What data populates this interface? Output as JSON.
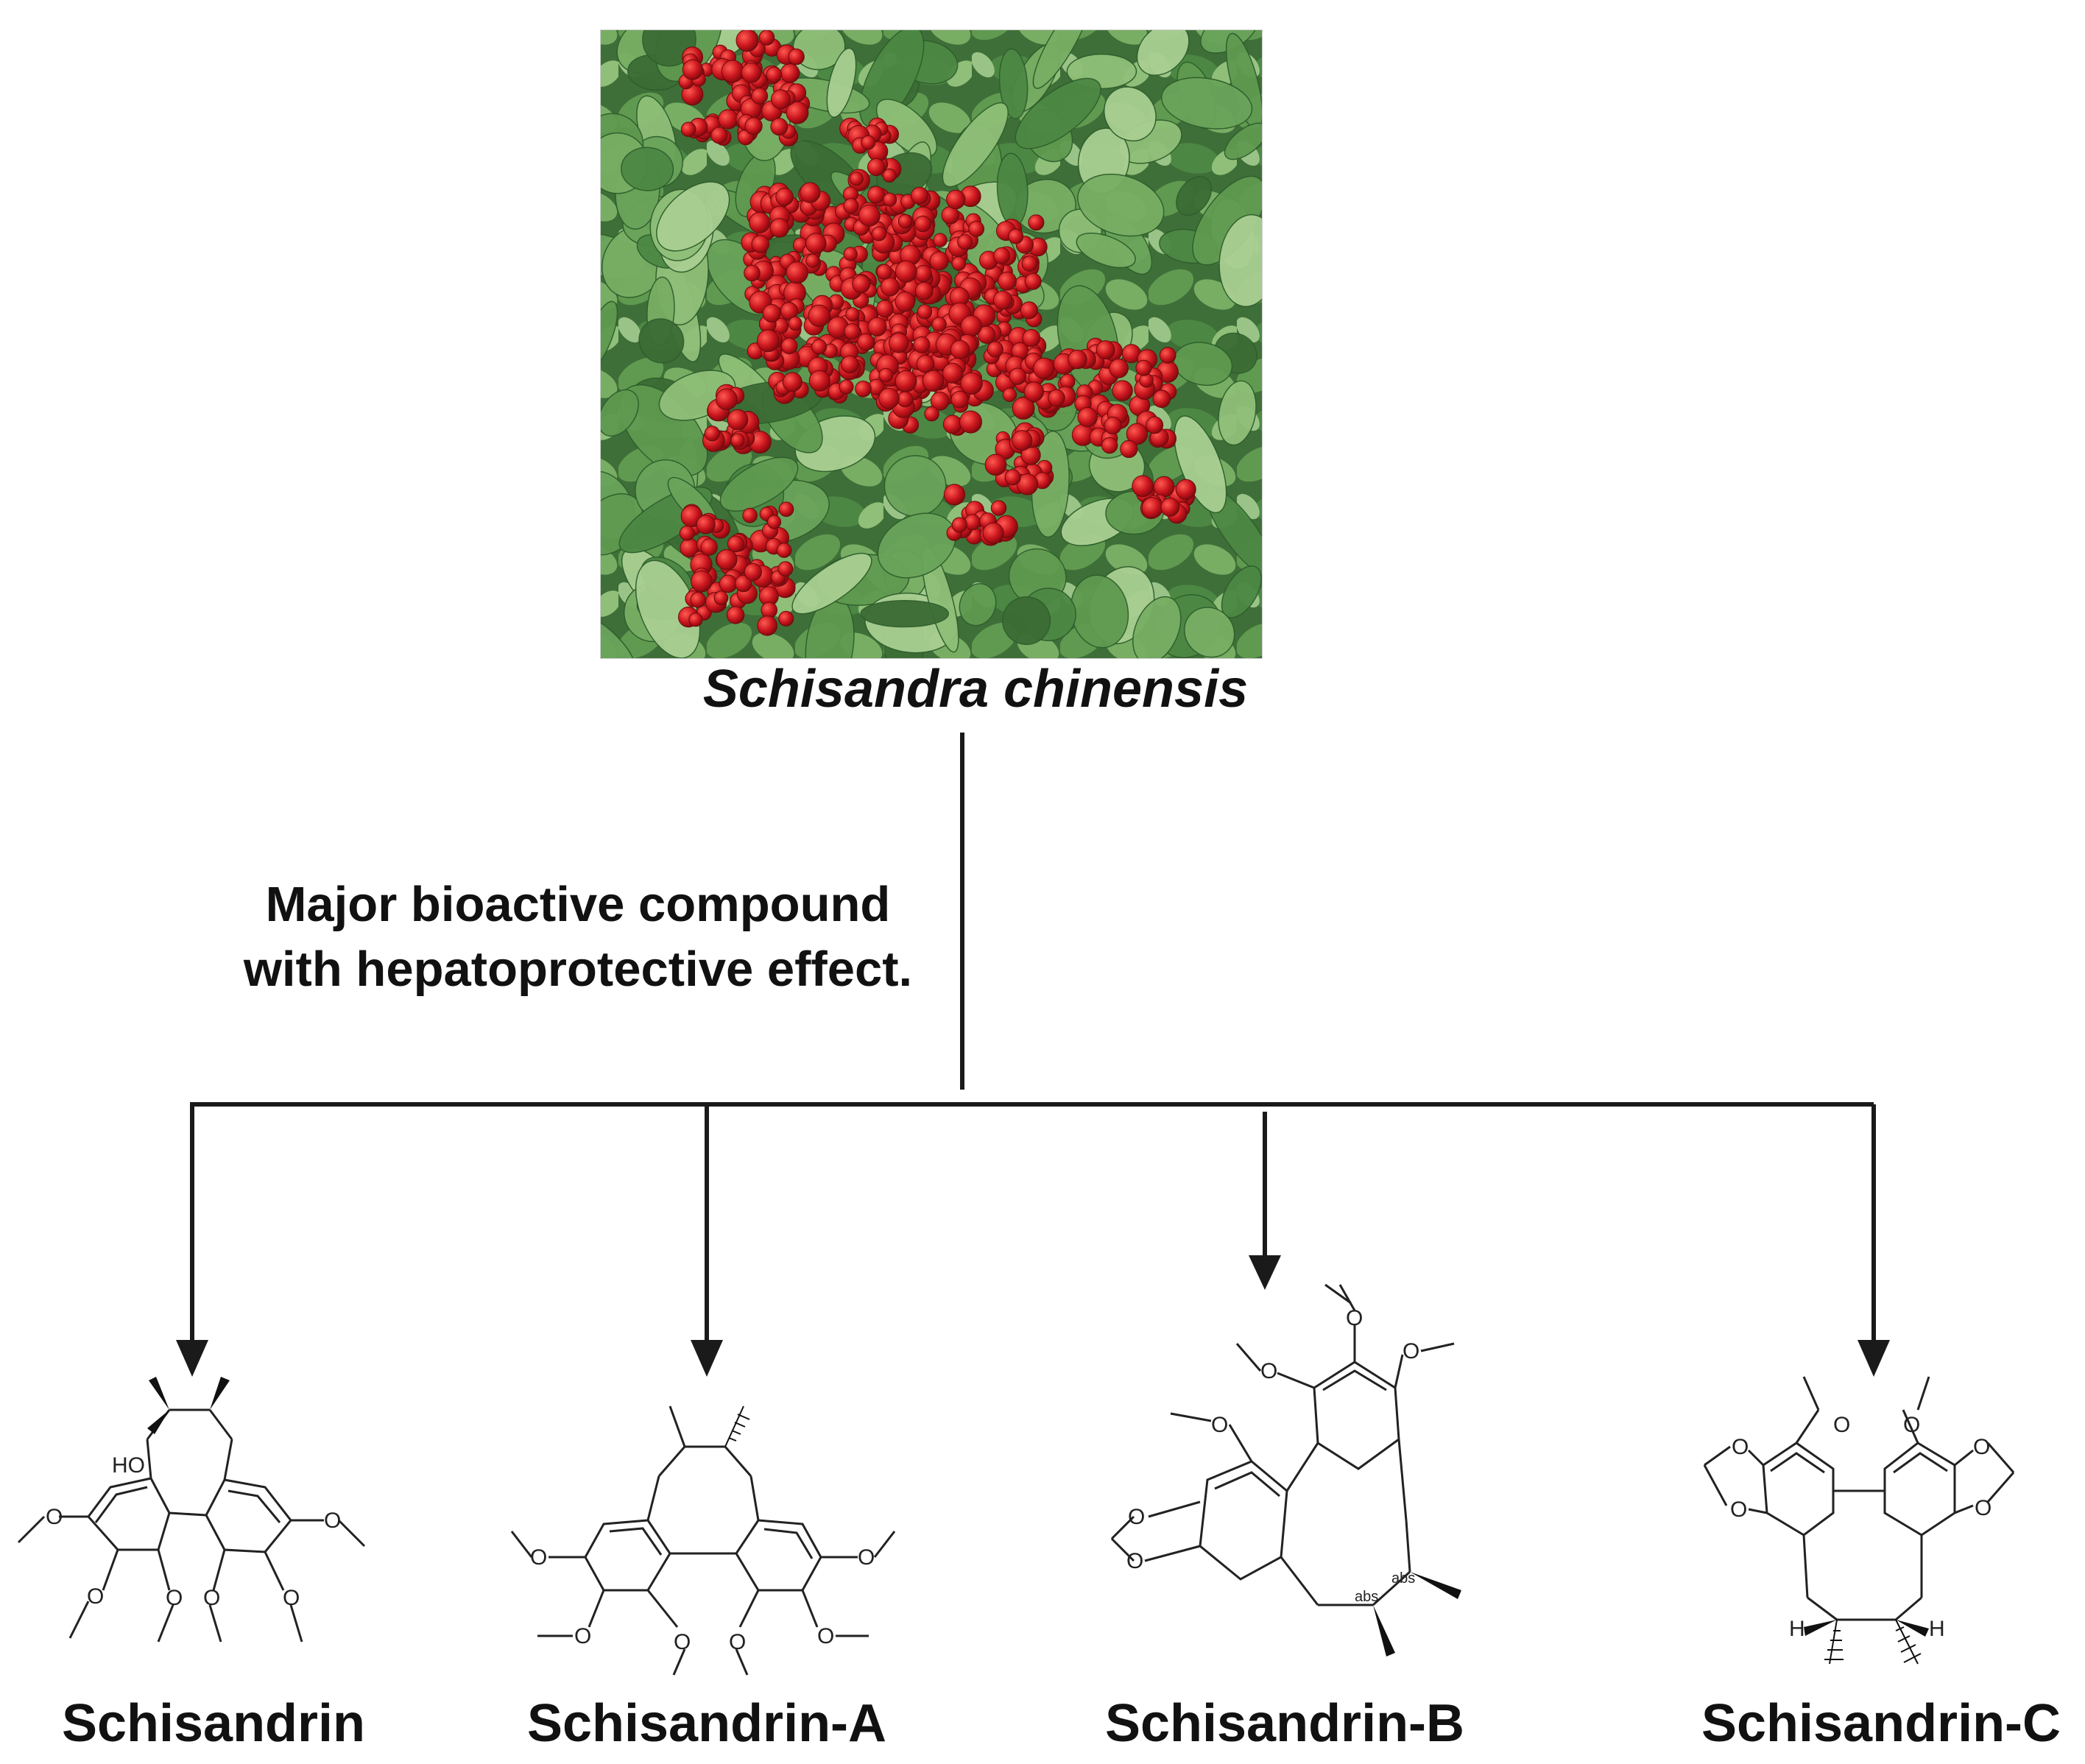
{
  "plant": {
    "species_name": "Schisandra chinensis",
    "photo_icon": "berry-shrub-photo",
    "colors": {
      "berry": "#c8141c",
      "leaf": "#4f8a45",
      "leaf_dark": "#2f5e2c",
      "foliage_bg": "#3f6f38"
    }
  },
  "annotation": {
    "line1": "Major bioactive compound",
    "line2": "with hepatoprotective effect."
  },
  "compounds": [
    {
      "name": "Schisandrin"
    },
    {
      "name": "Schisandrin-A"
    },
    {
      "name": "Schisandrin-B"
    },
    {
      "name": "Schisandrin-C"
    }
  ],
  "atom_labels": {
    "hydroxyl": "HO",
    "oxygen": "O",
    "hydrogen": "H",
    "stereo": "abs"
  },
  "colors": {
    "line": "#1a1a1a",
    "text": "#111111",
    "background": "#ffffff"
  }
}
